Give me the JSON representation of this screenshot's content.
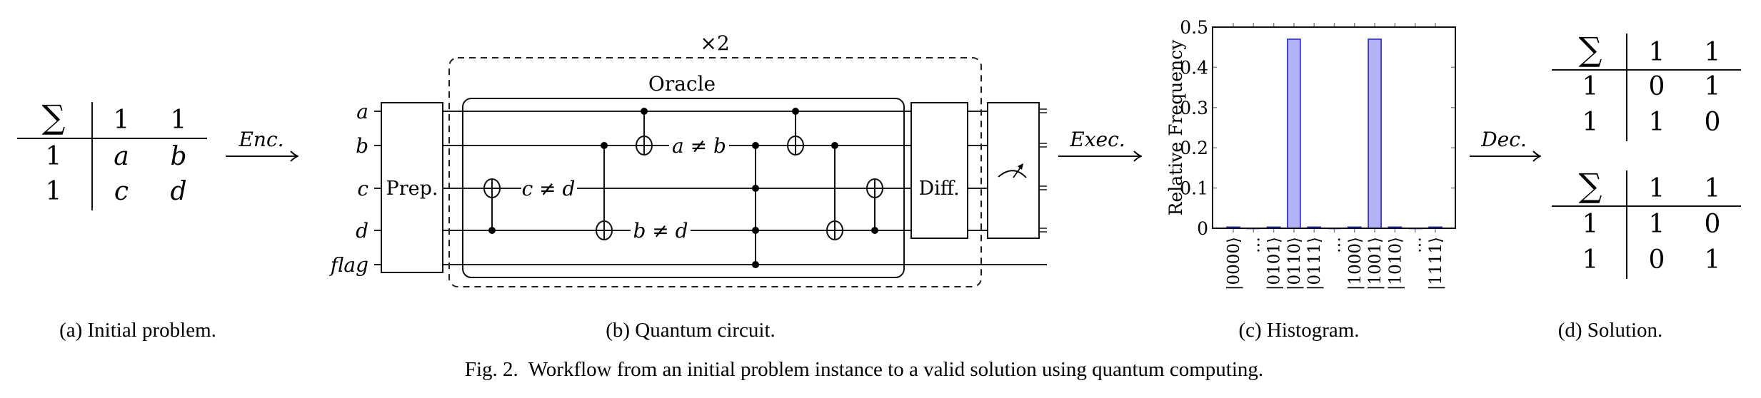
{
  "figure": {
    "caption": "Fig. 2.  Workflow from an initial problem instance to a valid solution using quantum computing.",
    "subcaptions": {
      "a": "(a) Initial problem.",
      "b": "(b) Quantum circuit.",
      "c": "(c) Histogram.",
      "d": "(d) Solution."
    },
    "arrows": {
      "encode": "Enc.",
      "execute": "Exec.",
      "decode": "Dec."
    }
  },
  "initial_problem": {
    "corner": "∑",
    "col_sums": [
      "1",
      "1"
    ],
    "rows": [
      {
        "row_sum": "1",
        "cells": [
          "a",
          "b"
        ]
      },
      {
        "row_sum": "1",
        "cells": [
          "c",
          "d"
        ]
      }
    ]
  },
  "circuit": {
    "repeat_label": "×2",
    "oracle_label": "Oracle",
    "prep_label": "Prep.",
    "diff_label": "Diff.",
    "measure_icon": "meter-icon",
    "wires": [
      "a",
      "b",
      "c",
      "d",
      "flag"
    ],
    "gates": [
      {
        "type": "cnot",
        "control": "d",
        "target": "c",
        "annotation": "c ≠ d"
      },
      {
        "type": "cnot",
        "control": "b",
        "target": "d",
        "annotation": "b ≠ d"
      },
      {
        "type": "cnot",
        "control": "a",
        "target": "b",
        "annotation": "a ≠ b"
      },
      {
        "type": "multi-control",
        "controls": [
          "b",
          "c",
          "d",
          "flag"
        ]
      },
      {
        "type": "cnot",
        "control": "a",
        "target": "b"
      },
      {
        "type": "cnot",
        "control": "b",
        "target": "d"
      },
      {
        "type": "cnot",
        "control": "d",
        "target": "c"
      }
    ]
  },
  "solutions": [
    {
      "corner": "∑",
      "col_sums": [
        "1",
        "1"
      ],
      "rows": [
        {
          "row_sum": "1",
          "cells": [
            "0",
            "1"
          ]
        },
        {
          "row_sum": "1",
          "cells": [
            "1",
            "0"
          ]
        }
      ]
    },
    {
      "corner": "∑",
      "col_sums": [
        "1",
        "1"
      ],
      "rows": [
        {
          "row_sum": "1",
          "cells": [
            "1",
            "0"
          ]
        },
        {
          "row_sum": "1",
          "cells": [
            "0",
            "1"
          ]
        }
      ]
    }
  ],
  "chart_data": {
    "type": "bar",
    "title": "",
    "xlabel": "",
    "ylabel": "Relative Frequency",
    "ylim": [
      0,
      0.5
    ],
    "yticks": [
      "0",
      "0.1",
      "0.2",
      "0.3",
      "0.4",
      "0.5"
    ],
    "ytick_values": [
      0,
      0.1,
      0.2,
      0.3,
      0.4,
      0.5
    ],
    "categories": [
      "|0000⟩",
      "…",
      "|0101⟩",
      "|0110⟩",
      "|0111⟩",
      "…",
      "|1000⟩",
      "|1001⟩",
      "|1010⟩",
      "…",
      "|1111⟩"
    ],
    "values": [
      0.003,
      0,
      0.003,
      0.47,
      0.003,
      0,
      0.003,
      0.47,
      0.003,
      0,
      0.003
    ],
    "colors": {
      "fill": "#b3b3f5",
      "stroke": "#2323ee"
    },
    "grid": false
  }
}
